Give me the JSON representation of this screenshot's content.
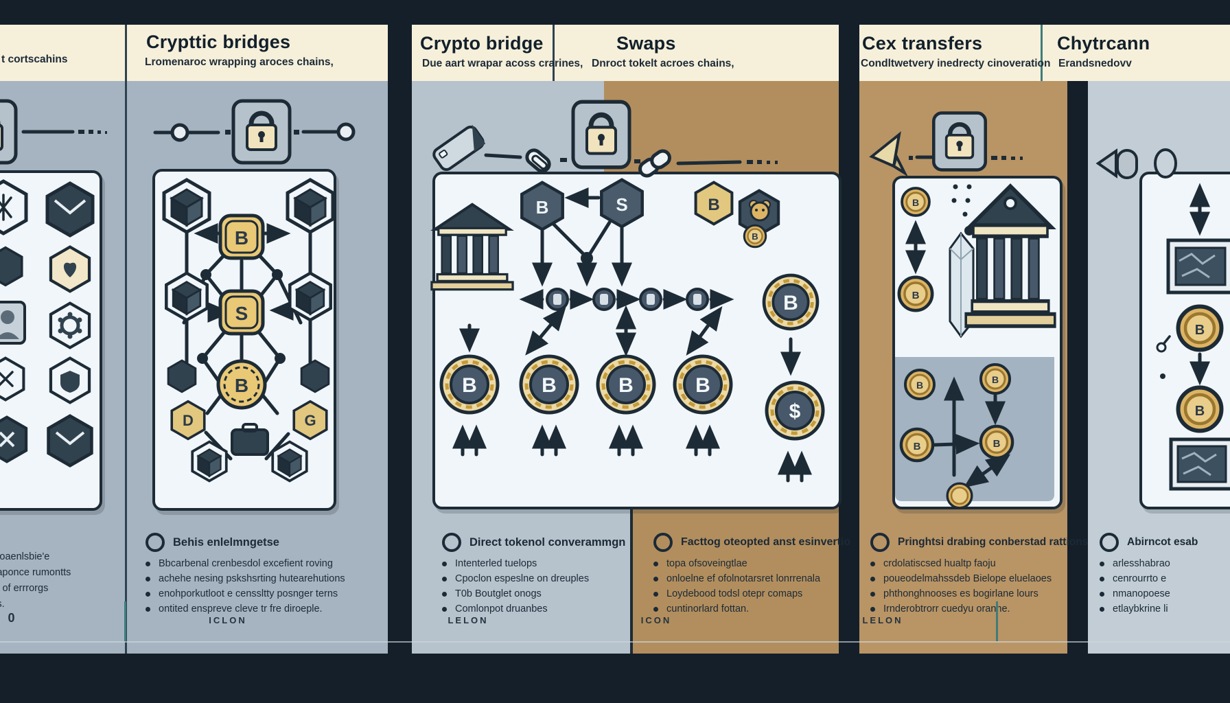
{
  "colors": {
    "ink": "#1d2b36",
    "bar": "#141f29",
    "cream_header": "#f6f0db",
    "bluegray_panel": "#a6b4c1",
    "lightblue_panel": "#b6c2cc",
    "tan_panel": "#b28e5e",
    "tan_panel2": "#b99465",
    "paleblue_panel": "#c2cdd5",
    "card": "#f0f6fa",
    "gold": "#dcb464",
    "coin_dark": "#47586a",
    "teal_divider": "#3f7d7a"
  },
  "panels": {
    "p1": {
      "subtitle_fragment": "t cortscahins",
      "notes": [
        "ao coaenlsbie'e",
        "sralaponce rumontts",
        "ania of errrorgs",
        "opys."
      ],
      "footer_label": "0",
      "icons": [
        "lock-icon",
        "mail-hexagon-icon",
        "heart-hexagon-icon",
        "person-icon",
        "gear-hexagon-icon",
        "shield-hexagon-icon",
        "x-hexagon-icon"
      ]
    },
    "p2": {
      "title": "Crypttic bridges",
      "subtitle": "Lromenaroc wrapping aroces chains,",
      "list_header": "Behis enlelmngetse",
      "bullets": [
        "Bbcarbenal crenbesdol excefient roving",
        "achehe nesing pskshsrting hutearehutions",
        "enohporkutloot e censsltty posnger terns",
        "ontited enspreve cleve tr fre diroeple."
      ],
      "footer_label": "ICLON",
      "icons": [
        "timeline-node-icon",
        "lock-icon",
        "cube-hexagon-icon",
        "briefcase-icon"
      ]
    },
    "p3": {
      "title": "Crypto bridge",
      "subtitle": "Due aart wrapar acoss crarines,",
      "list_header": "Direct tokenol converammgn",
      "bullets": [
        "Intenterled tuelops",
        "Cpoclon espeslne on dreuples",
        "T0b Boutglet onogs",
        "Comlonpot druanbes"
      ],
      "footer_label": "LELON",
      "icons": [
        "phone-icon",
        "paperclip-icon",
        "lock-icon",
        "chain-link-icon",
        "bank-icon"
      ]
    },
    "p4": {
      "title": "Swaps",
      "subtitle": "Dnroct tokelt acroes chains,",
      "list_header": "Facttog oteopted anst esinvertio",
      "bullets": [
        "topa ofsoveingtlae",
        "onloelne ef ofolnotarsret lonrrenala",
        "Loydebood todsl otepr comaps",
        "cuntinorlard fottan."
      ],
      "footer_label": "ICON",
      "icons": [
        "hexagon-badge-icon",
        "mask-coin-icon",
        "bitcoin-coin-icon"
      ]
    },
    "p5": {
      "title": "Cex transfers",
      "subtitle": "Condltwetvery inedrecty cinoveration",
      "list_header": "Pringhtsi drabing conberstad rattions",
      "bullets": [
        "crdolatiscsed hualtp faoju",
        "poueodelmahssdeb Bielope eluelaoes",
        "phthonghnooses es bogirlane lours",
        "Irnderobtrorr cuedyu oranne."
      ],
      "footer_label": "LELON",
      "icons": [
        "paper-plane-icon",
        "lock-icon",
        "bank-icon",
        "crystal-icon",
        "coin-grid-icon"
      ]
    },
    "p6": {
      "title": "Chytrcann",
      "subtitle": "Erandsnedovv",
      "list_header": "Abirncot esab",
      "bullets": [
        "arlesshabrao",
        "cenrourrto e",
        "nmanopoese",
        "etlaybkrine li"
      ],
      "icons": [
        "arrow-left-icon",
        "oval-icon",
        "framed-picture-icon",
        "updown-arrow-icon"
      ]
    }
  },
  "glyphs": {
    "b": "B",
    "s": "S",
    "d": "D",
    "g": "G",
    "dollar": "$"
  }
}
